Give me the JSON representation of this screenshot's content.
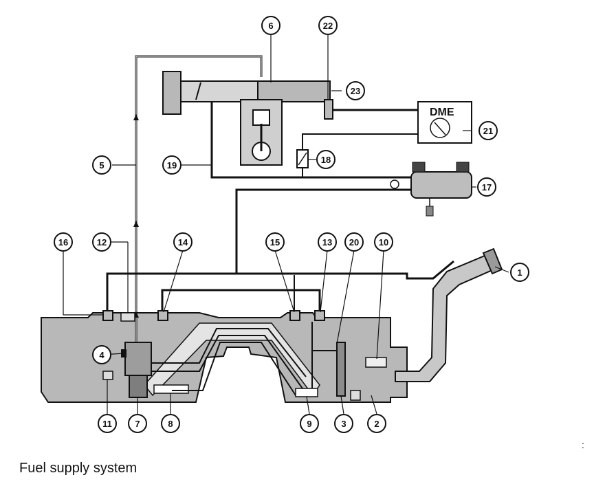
{
  "caption": "Fuel supply system",
  "dme_label": "DME",
  "edge_mark": ":",
  "callouts": [
    "1",
    "2",
    "3",
    "4",
    "5",
    "6",
    "7",
    "8",
    "9",
    "10",
    "11",
    "12",
    "13",
    "14",
    "15",
    "16",
    "17",
    "18",
    "19",
    "20",
    "21",
    "22",
    "23"
  ]
}
